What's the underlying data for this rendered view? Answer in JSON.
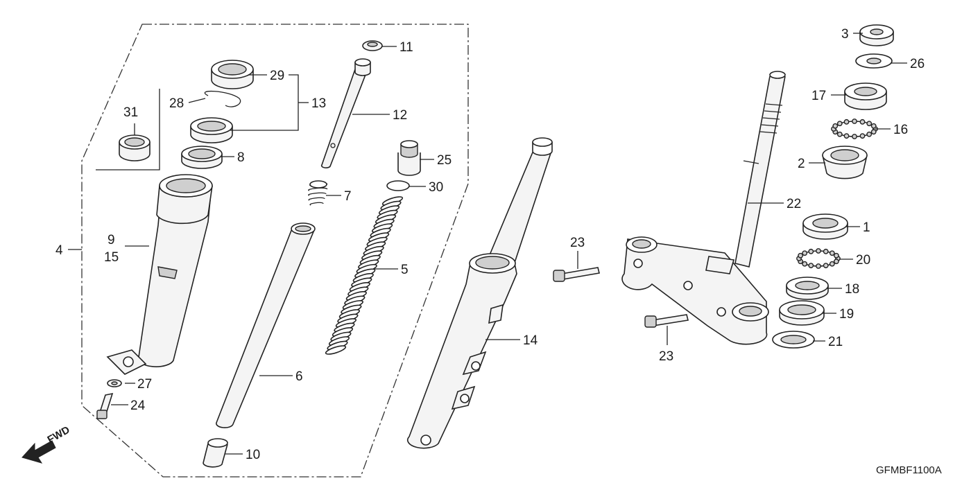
{
  "diagram": {
    "drawing_code": "GFMBF1100A",
    "direction_label": "FWD",
    "callouts": {
      "c1": "1",
      "c2": "2",
      "c3": "3",
      "c4": "4",
      "c5": "5",
      "c6": "6",
      "c7": "7",
      "c8": "8",
      "c9": "9",
      "c10": "10",
      "c11": "11",
      "c12": "12",
      "c13": "13",
      "c14": "14",
      "c15": "15",
      "c16": "16",
      "c17": "17",
      "c18": "18",
      "c19": "19",
      "c20": "20",
      "c21": "21",
      "c22": "22",
      "c23a": "23",
      "c23b": "23",
      "c24": "24",
      "c25": "25",
      "c26": "26",
      "c27": "27",
      "c28": "28",
      "c29": "29",
      "c30": "30",
      "c31": "31"
    }
  }
}
